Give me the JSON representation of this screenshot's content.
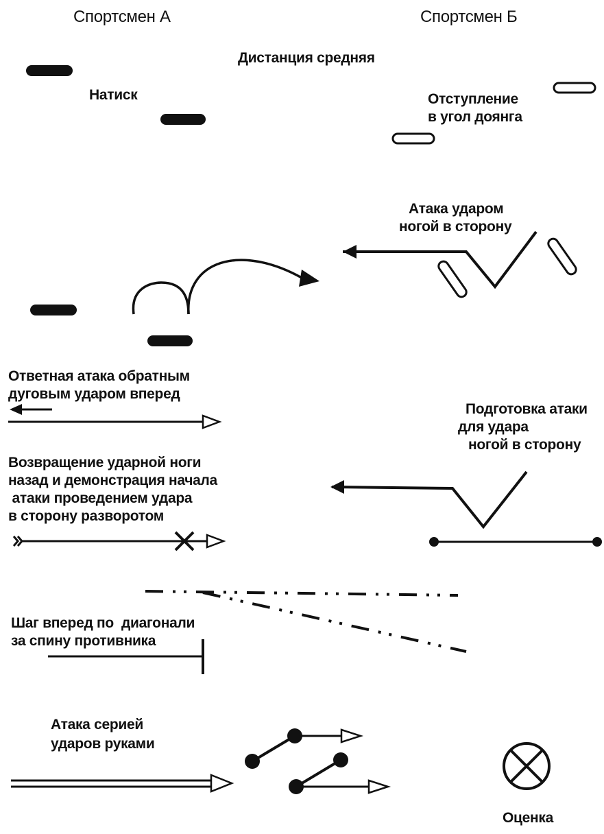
{
  "header": {
    "athlete_a": "Спортсмен А",
    "athlete_b": "Спортсмен Б"
  },
  "labels": {
    "distance": "Дистанция средняя",
    "rush": "Натиск",
    "retreat_line1": "Отступление",
    "retreat_line2": "в угол доянга",
    "side_kick_line1": "Атака ударом",
    "side_kick_line2": "ногой в сторону",
    "counter_line1": "Ответная атака обратным",
    "counter_line2": "дуговым ударом вперед",
    "prep_line1": "Подготовка атаки",
    "prep_line2": "для удара",
    "prep_line3": "ногой в сторону",
    "return_line1": "Возвращение ударной ноги",
    "return_line2": "назад и демонстрация начала",
    "return_line3": " атаки проведением удара",
    "return_line4": "в сторону разворотом",
    "step_line1": "Шаг вперед по  диагонали",
    "step_line2": "за спину противника",
    "series_line1": "Атака серией",
    "series_line2": "ударов руками",
    "score": "Оценка"
  },
  "colors": {
    "ink": "#111111",
    "background": "#ffffff"
  }
}
